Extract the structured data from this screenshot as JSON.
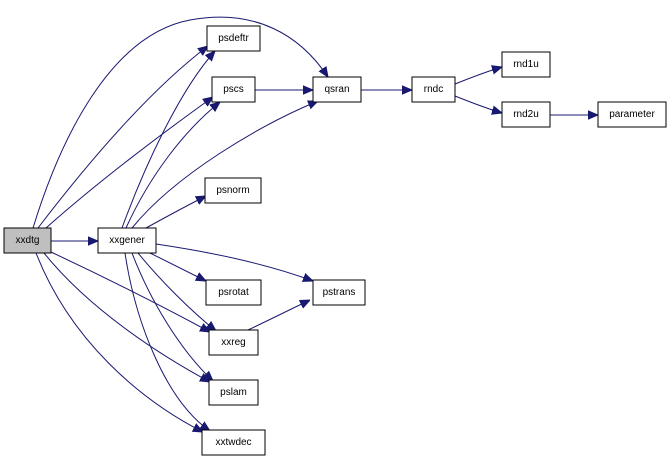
{
  "diagram": {
    "type": "call-graph",
    "colors": {
      "edge": "#191970",
      "node_border": "#000000",
      "node_fill": "#ffffff",
      "root_fill": "#bfbfbf"
    },
    "nodes": [
      {
        "id": "xxdtg",
        "label": "xxdtg",
        "root": true
      },
      {
        "id": "xxgener",
        "label": "xxgener"
      },
      {
        "id": "psdeftr",
        "label": "psdeftr"
      },
      {
        "id": "pscs",
        "label": "pscs"
      },
      {
        "id": "qsran",
        "label": "qsran"
      },
      {
        "id": "rndc",
        "label": "rndc"
      },
      {
        "id": "rnd1u",
        "label": "rnd1u"
      },
      {
        "id": "rnd2u",
        "label": "rnd2u"
      },
      {
        "id": "parameter",
        "label": "parameter"
      },
      {
        "id": "psnorm",
        "label": "psnorm"
      },
      {
        "id": "psrotat",
        "label": "psrotat"
      },
      {
        "id": "pstrans",
        "label": "pstrans"
      },
      {
        "id": "xxreg",
        "label": "xxreg"
      },
      {
        "id": "pslam",
        "label": "pslam"
      },
      {
        "id": "xxtwdec",
        "label": "xxtwdec"
      }
    ],
    "edges": [
      {
        "from": "xxdtg",
        "to": "xxgener"
      },
      {
        "from": "xxdtg",
        "to": "qsran"
      },
      {
        "from": "xxdtg",
        "to": "psdeftr"
      },
      {
        "from": "xxdtg",
        "to": "pscs"
      },
      {
        "from": "xxdtg",
        "to": "xxreg"
      },
      {
        "from": "xxdtg",
        "to": "pslam"
      },
      {
        "from": "xxdtg",
        "to": "xxtwdec"
      },
      {
        "from": "xxgener",
        "to": "psdeftr"
      },
      {
        "from": "xxgener",
        "to": "pscs"
      },
      {
        "from": "xxgener",
        "to": "qsran"
      },
      {
        "from": "xxgener",
        "to": "psnorm"
      },
      {
        "from": "xxgener",
        "to": "psrotat"
      },
      {
        "from": "xxgener",
        "to": "pstrans"
      },
      {
        "from": "xxgener",
        "to": "xxreg"
      },
      {
        "from": "xxgener",
        "to": "pslam"
      },
      {
        "from": "xxgener",
        "to": "xxtwdec"
      },
      {
        "from": "pscs",
        "to": "qsran"
      },
      {
        "from": "qsran",
        "to": "rndc"
      },
      {
        "from": "rndc",
        "to": "rnd1u"
      },
      {
        "from": "rndc",
        "to": "rnd2u"
      },
      {
        "from": "rnd2u",
        "to": "parameter"
      },
      {
        "from": "xxreg",
        "to": "pstrans"
      }
    ]
  }
}
